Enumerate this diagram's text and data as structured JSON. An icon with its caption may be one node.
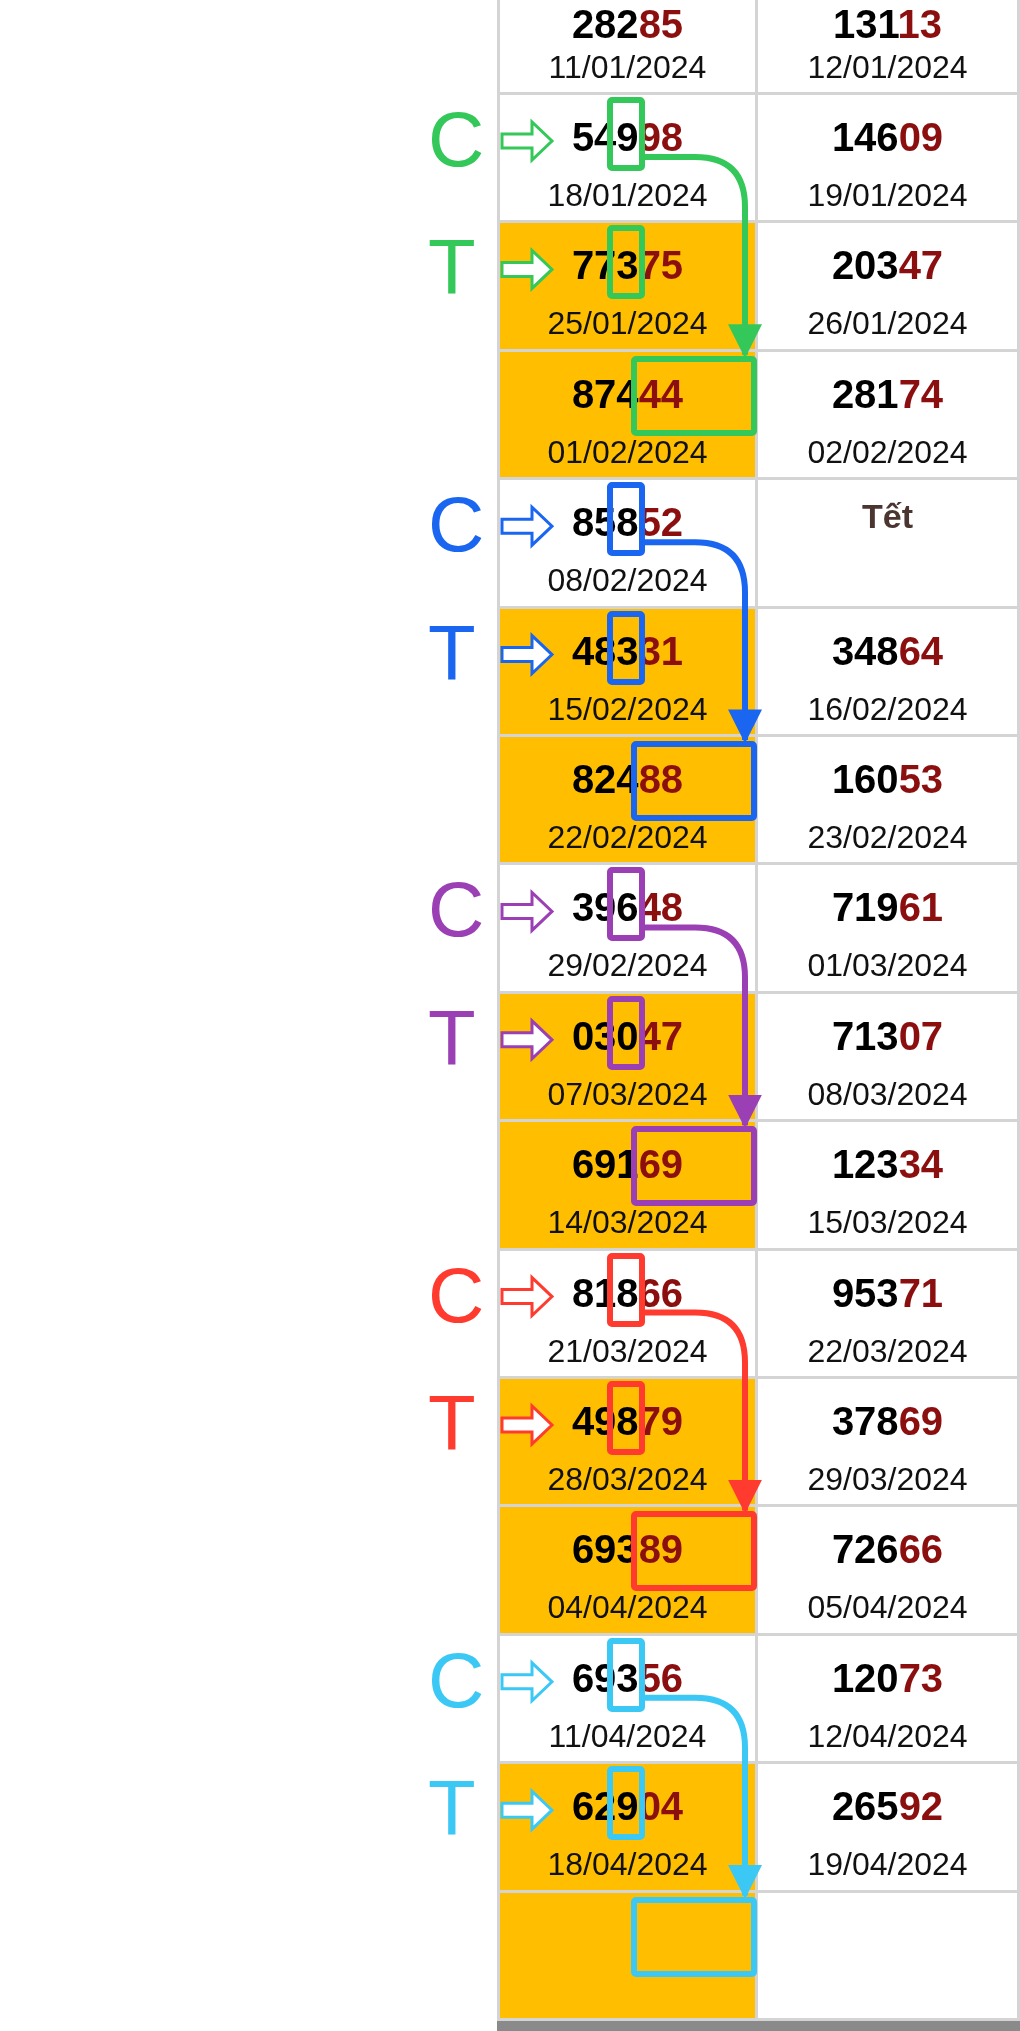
{
  "diagram": {
    "nodes": [
      {
        "text": [
          "C"
        ]
      },
      {
        "text": [],
        "shape": "box"
      },
      {
        "text": [
          "T"
        ]
      },
      {
        "text": [],
        "shape": "box"
      },
      {
        "text": [],
        "shape": "box"
      },
      {
        "text": [
          "C"
        ]
      },
      {
        "text": [],
        "shape": "box"
      },
      {
        "text": [
          "T"
        ]
      },
      {
        "text": [],
        "shape": "box"
      },
      {
        "text": [],
        "shape": "box"
      },
      {
        "text": [
          "C"
        ]
      },
      {
        "text": [],
        "shape": "box"
      },
      {
        "text": [
          "T"
        ]
      },
      {
        "text": [],
        "shape": "box"
      },
      {
        "text": [],
        "shape": "box"
      },
      {
        "text": [
          "C"
        ]
      },
      {
        "text": [],
        "shape": "box"
      },
      {
        "text": [
          "T"
        ]
      },
      {
        "text": [],
        "shape": "box"
      },
      {
        "text": [],
        "shape": "box"
      },
      {
        "text": [
          "C"
        ]
      },
      {
        "text": [],
        "shape": "box"
      },
      {
        "text": [
          "T"
        ]
      },
      {
        "text": [],
        "shape": "box"
      },
      {
        "text": [],
        "shape": "box"
      }
    ],
    "edges": [
      {
        "from": 0,
        "to": null,
        "arrow": "to",
        "color": "#34c759"
      },
      {
        "from": 2,
        "to": null,
        "arrow": "to",
        "color": "#34c759"
      },
      {
        "from": 1,
        "to": 4,
        "arrow": "to",
        "color": "#34c759"
      },
      {
        "from": 5,
        "to": null,
        "arrow": "to",
        "color": "#1a66f0"
      },
      {
        "from": 7,
        "to": null,
        "arrow": "to",
        "color": "#1a66f0"
      },
      {
        "from": 6,
        "to": 9,
        "arrow": "to",
        "color": "#1a66f0"
      },
      {
        "from": 10,
        "to": null,
        "arrow": "to",
        "color": "#9b3fb5"
      },
      {
        "from": 12,
        "to": null,
        "arrow": "to",
        "color": "#9b3fb5"
      },
      {
        "from": 11,
        "to": 14,
        "arrow": "to",
        "color": "#9b3fb5"
      },
      {
        "from": 15,
        "to": null,
        "arrow": "to",
        "color": "#ff3b30"
      },
      {
        "from": 17,
        "to": null,
        "arrow": "to",
        "color": "#ff3b30"
      },
      {
        "from": 16,
        "to": 19,
        "arrow": "to",
        "color": "#ff3b30"
      },
      {
        "from": 20,
        "to": null,
        "arrow": "to",
        "color": "#3cc8f5"
      },
      {
        "from": 22,
        "to": null,
        "arrow": "to",
        "color": "#3cc8f5"
      },
      {
        "from": 21,
        "to": 24,
        "arrow": "to",
        "color": "#3cc8f5"
      }
    ],
    "labels": [
      "28285",
      "11/01/2024",
      "13113",
      "12/01/2024",
      "54998",
      "18/01/2024",
      "14609",
      "19/01/2024",
      "77375",
      "25/01/2024",
      "20347",
      "26/01/2024",
      "87444",
      "01/02/2024",
      "28174",
      "02/02/2024",
      "85852",
      "08/02/2024",
      "Tết",
      "48331",
      "15/02/2024",
      "34864",
      "16/02/2024",
      "82488",
      "22/02/2024",
      "16053",
      "23/02/2024",
      "39648",
      "29/02/2024",
      "71961",
      "01/03/2024",
      "03047",
      "07/03/2024",
      "71307",
      "08/03/2024",
      "69169",
      "14/03/2024",
      "12334",
      "15/03/2024",
      "81866",
      "21/03/2024",
      "95371",
      "22/03/2024",
      "49879",
      "28/03/2024",
      "37869",
      "29/03/2024",
      "69389",
      "04/04/2024",
      "72666",
      "05/04/2024",
      "69356",
      "11/04/2024",
      "12073",
      "12/04/2024",
      "62904",
      "18/04/2024",
      "26592",
      "19/04/2024"
    ]
  }
}
